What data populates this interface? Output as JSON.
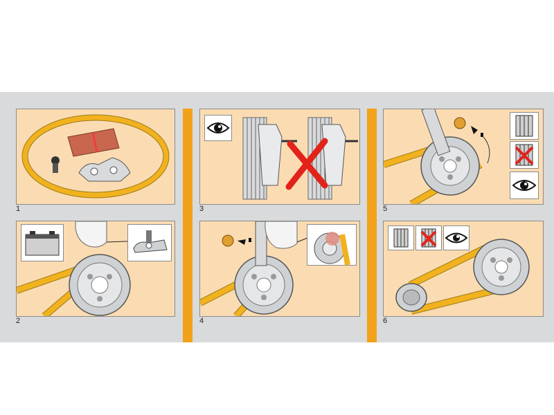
{
  "colors": {
    "panel_bg": "#fbdcb2",
    "belt": "#f2b21e",
    "belt_edge": "#9a7a1a",
    "divider": "#f2a21a",
    "strip_bg": "#d9dadb",
    "cross": "#e2231a",
    "metal": "#cfd2d4"
  },
  "steps": [
    {
      "number": "1",
      "icon": "belt-kit-icon"
    },
    {
      "number": "2",
      "icon": "battery-disconnect-icon"
    },
    {
      "number": "3",
      "icon": "eye-inspect-icon"
    },
    {
      "number": "4",
      "icon": "tensioner-release-icon"
    },
    {
      "number": "5",
      "icon": "tensioner-tighten-icon"
    },
    {
      "number": "6",
      "icon": "belt-installed-icon"
    }
  ]
}
